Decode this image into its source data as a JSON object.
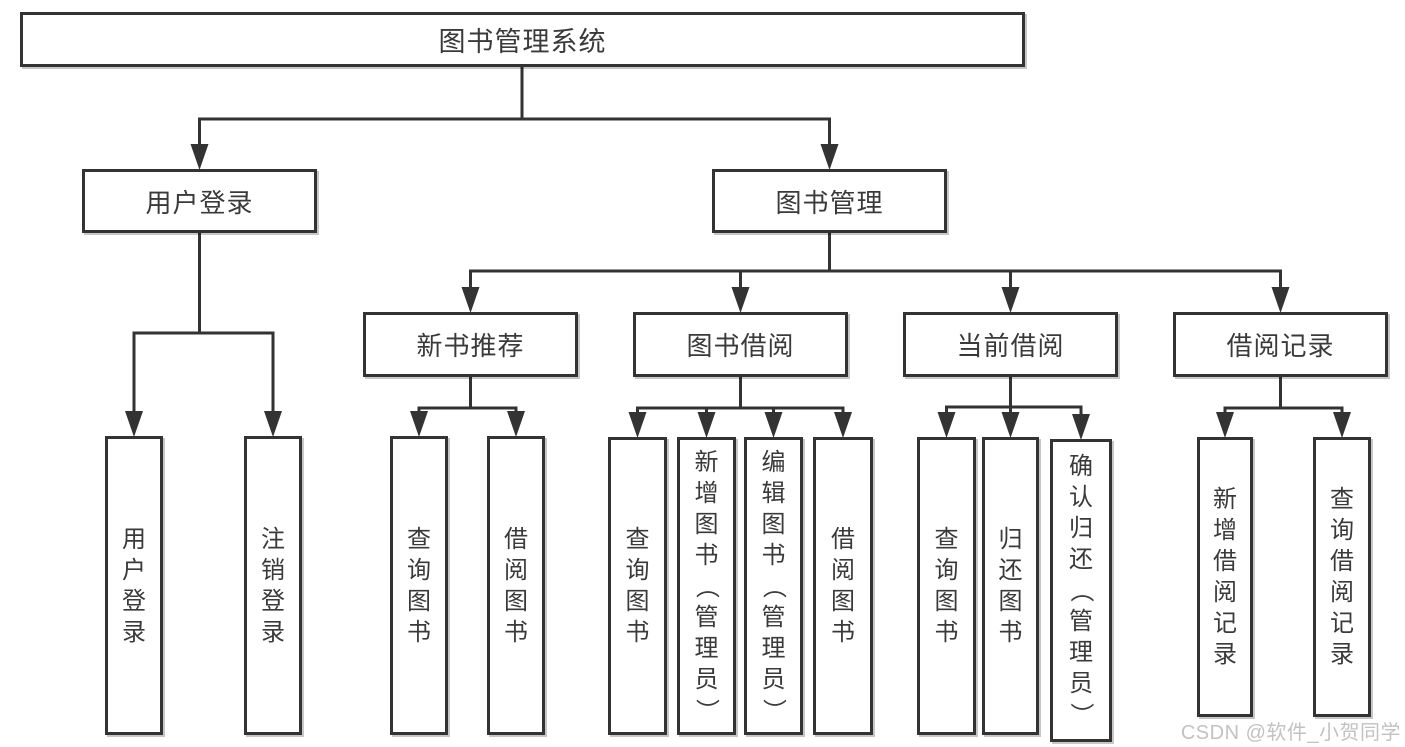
{
  "diagram": {
    "root": "图书管理系统",
    "level2": [
      {
        "label": "用户登录"
      },
      {
        "label": "图书管理"
      }
    ],
    "level3": [
      {
        "label": "新书推荐",
        "parent": "图书管理"
      },
      {
        "label": "图书借阅",
        "parent": "图书管理"
      },
      {
        "label": "当前借阅",
        "parent": "图书管理"
      },
      {
        "label": "借阅记录",
        "parent": "图书管理"
      }
    ],
    "leaves": [
      {
        "label": "用户登录",
        "parent": "用户登录"
      },
      {
        "label": "注销登录",
        "parent": "用户登录"
      },
      {
        "label": "查询图书",
        "parent": "新书推荐"
      },
      {
        "label": "借阅图书",
        "parent": "新书推荐"
      },
      {
        "label": "查询图书",
        "parent": "图书借阅"
      },
      {
        "label": "新增图书（管理员）",
        "parent": "图书借阅"
      },
      {
        "label": "编辑图书（管理员）",
        "parent": "图书借阅"
      },
      {
        "label": "借阅图书",
        "parent": "图书借阅"
      },
      {
        "label": "查询图书",
        "parent": "当前借阅"
      },
      {
        "label": "归还图书",
        "parent": "当前借阅"
      },
      {
        "label": "确认归还（管理员）",
        "parent": "当前借阅"
      },
      {
        "label": "新增借阅记录",
        "parent": "借阅记录"
      },
      {
        "label": "查询借阅记录",
        "parent": "借阅记录"
      }
    ]
  },
  "watermark": "CSDN @软件_小贺同学",
  "colors": {
    "line": "#333333",
    "text": "#3a3a3a",
    "watermark": "#c2c2c2",
    "background": "#ffffff"
  }
}
